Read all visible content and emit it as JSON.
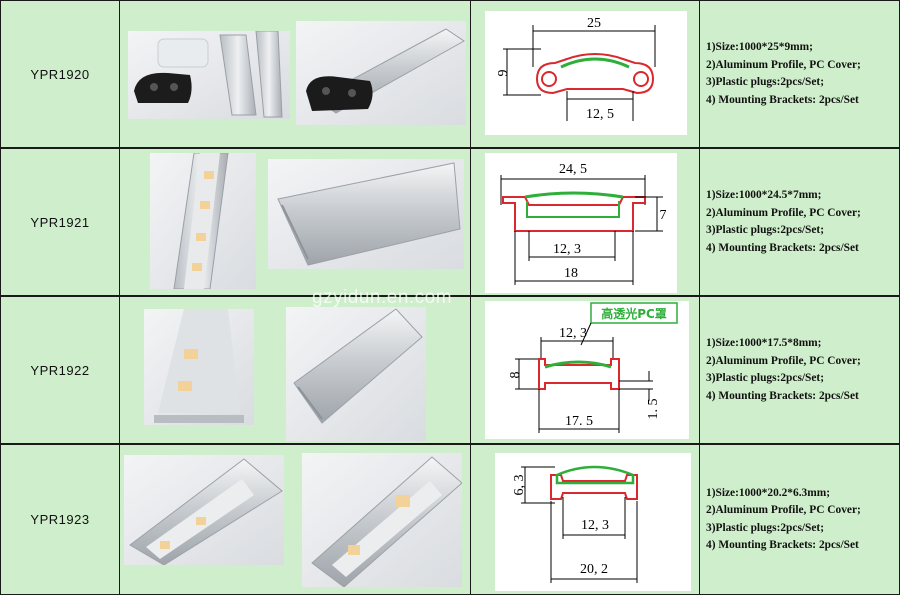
{
  "rows": [
    {
      "model": "YPR1920",
      "specs": [
        "1)Size:1000*25*9mm;",
        "2)Aluminum Profile, PC Cover;",
        "3)Plastic plugs:2pcs/Set;",
        "4) Mounting Brackets: 2pcs/Set"
      ],
      "dims": {
        "width": "25",
        "height": "9",
        "inner": "12, 5"
      }
    },
    {
      "model": "YPR1921",
      "specs": [
        "1)Size:1000*24.5*7mm;",
        "2)Aluminum Profile, PC Cover;",
        "3)Plastic plugs:2pcs/Set;",
        "4) Mounting Brackets: 2pcs/Set"
      ],
      "dims": {
        "width": "24, 5",
        "height": "7",
        "inner": "12, 3",
        "base": "18"
      }
    },
    {
      "model": "YPR1922",
      "specs": [
        "1)Size:1000*17.5*8mm;",
        "2)Aluminum Profile, PC Cover;",
        "3)Plastic plugs:2pcs/Set;",
        "4) Mounting Brackets: 2pcs/Set"
      ],
      "dims": {
        "tag": "高透光PC罩",
        "inner": "12, 3",
        "height": "8",
        "side": "1. 5",
        "width": "17. 5"
      }
    },
    {
      "model": "YPR1923",
      "specs": [
        "1)Size:1000*20.2*6.3mm;",
        "2)Aluminum Profile, PC Cover;",
        "3)Plastic plugs:2pcs/Set;",
        "4) Mounting Brackets: 2pcs/Set"
      ],
      "dims": {
        "height": "6, 3",
        "inner": "12, 3",
        "width": "20, 2"
      }
    }
  ],
  "watermark": "gzyidun.en.com",
  "colors": {
    "cell_bg": "#cfeecb",
    "profile_red": "#d9292e",
    "cover_green": "#2fae3a",
    "border": "#1a1a1a"
  }
}
